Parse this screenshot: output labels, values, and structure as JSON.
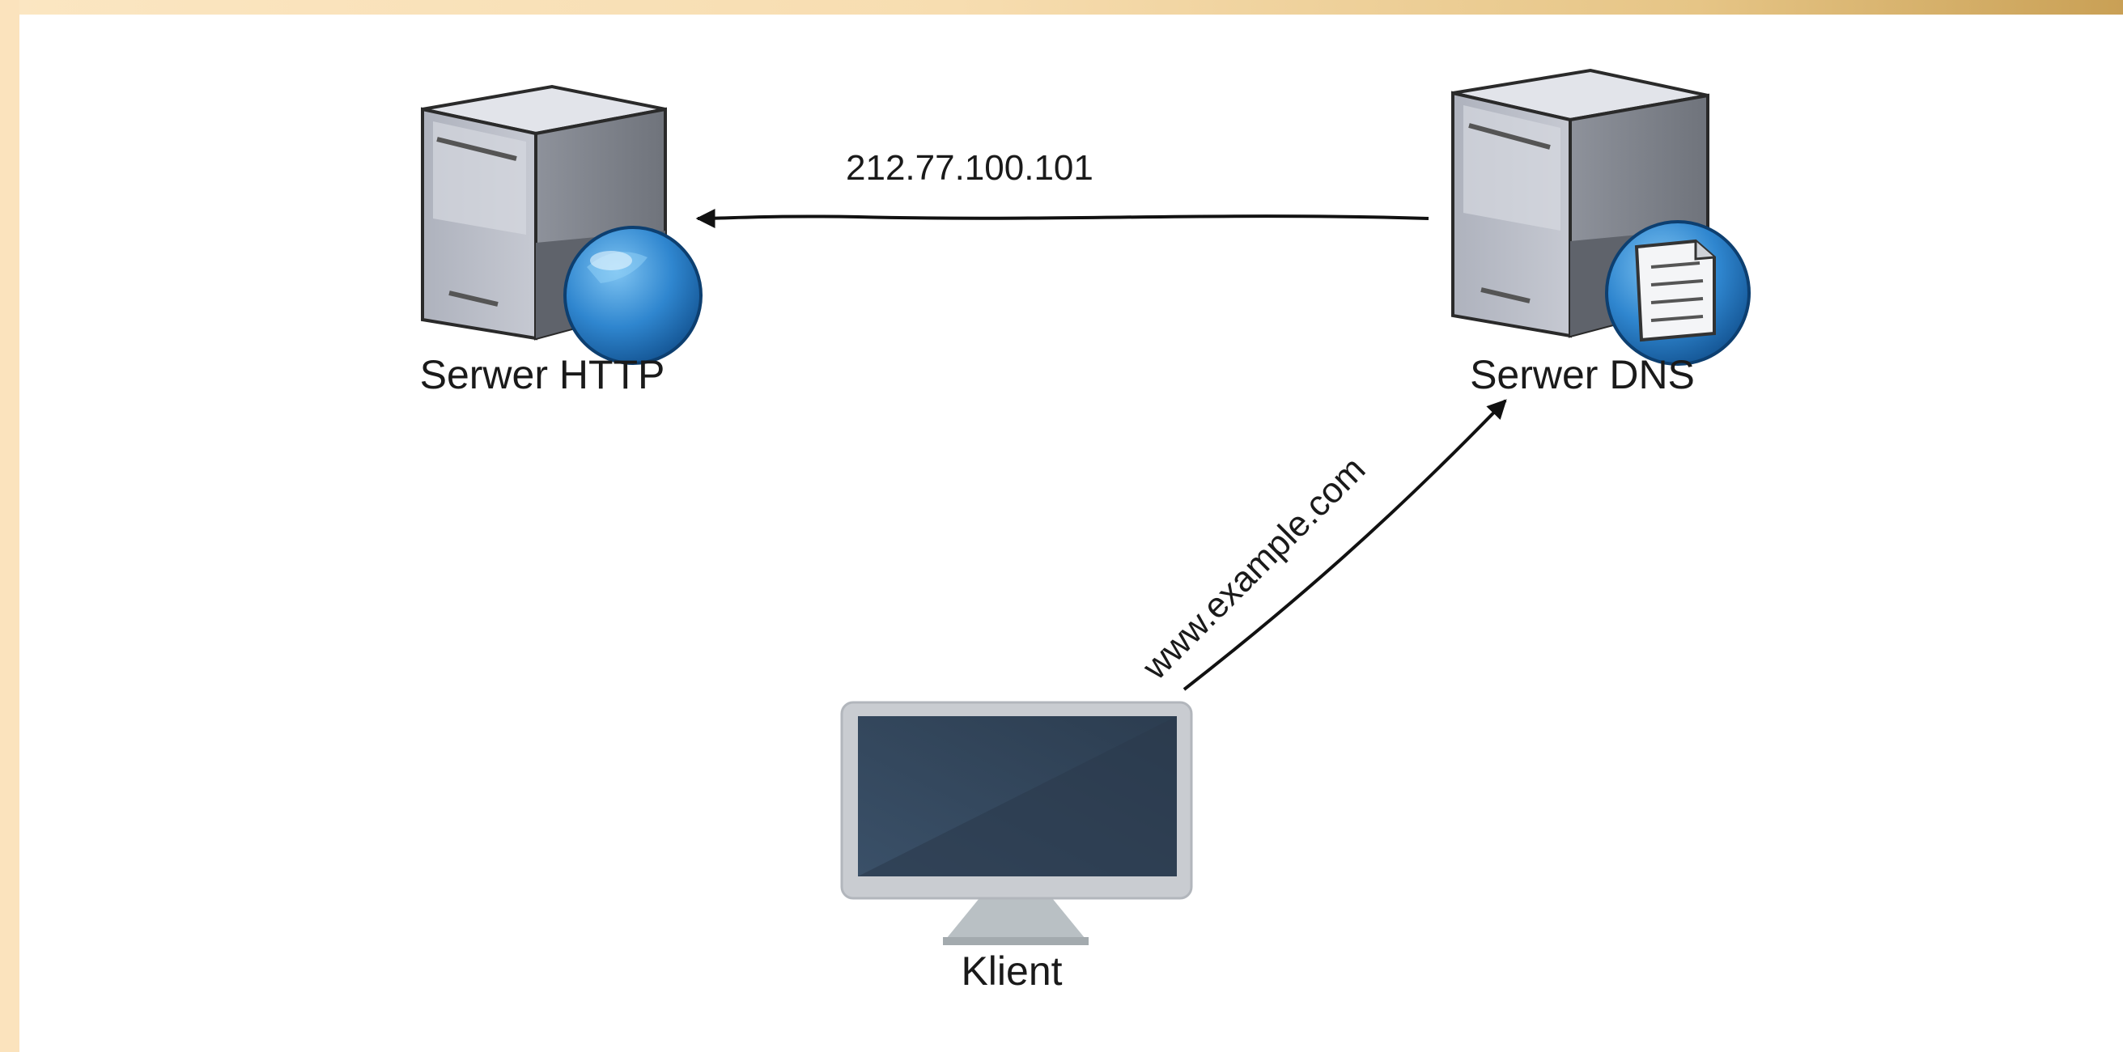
{
  "nodes": {
    "http_server": {
      "label": "Serwer HTTP",
      "icon": "web-server-icon"
    },
    "dns_server": {
      "label": "Serwer DNS",
      "icon": "dns-server-icon"
    },
    "client": {
      "label": "Klient",
      "icon": "monitor-icon"
    }
  },
  "edges": {
    "dns_to_http": {
      "from": "Serwer DNS",
      "to": "Serwer HTTP",
      "label": "212.77.100.101"
    },
    "client_to_dns": {
      "from": "Klient",
      "to": "Serwer DNS",
      "label": "www.example.com"
    }
  },
  "colors": {
    "frame": "#fbe3bd",
    "background": "#ffffff",
    "server_body": "#b8bcc6",
    "globe": "#2f86cf",
    "screen": "#34475a",
    "monitor_bezel": "#c9ccd1",
    "text": "#1a1a1a"
  }
}
